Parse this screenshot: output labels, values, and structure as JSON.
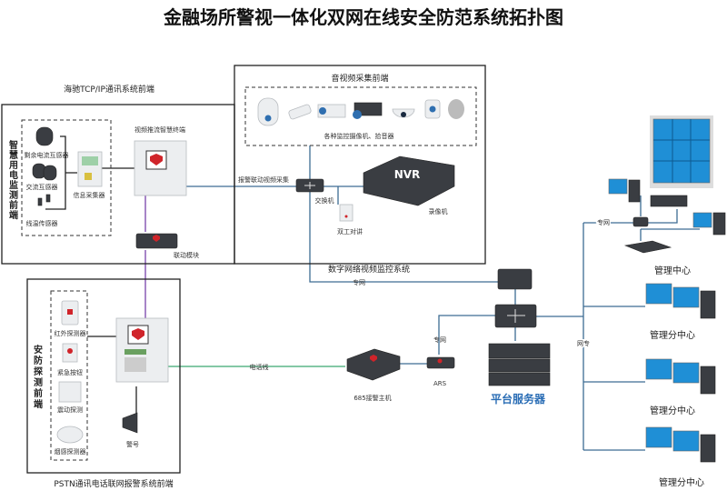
{
  "title": "金融场所警视一体化双网在线安全防范系统拓扑图",
  "tcpip": {
    "label": "海驰TCP/IP通讯系统前端",
    "side_label": "智慧用电监测前端",
    "sensors": [
      "剩余电流互感器",
      "交流互感器",
      "线温传感器"
    ],
    "collector": "信息采集器",
    "terminal": "视频推流智慧终端",
    "linkage": "联动模块"
  },
  "video": {
    "label": "音视频采集前端",
    "cameras_label": "各种监控摄像机、拾音器",
    "alarm_link": "报警联动视频采集",
    "switch": "交换机",
    "nvr_text": "NVR",
    "nvr": "录像机",
    "intercom": "双工对讲",
    "system": "数字网络视频监控系统"
  },
  "pstn": {
    "label": "PSTN通讯电话联网报警系统前端",
    "side_label": "安防探测前端",
    "detectors": [
      "红外探测器",
      "紧急按钮",
      "震动探测",
      "烟感探测器"
    ],
    "siren": "警号",
    "phone_line": "电话线"
  },
  "center": {
    "private_net": "专网",
    "private_net2": "专网",
    "ars": "ARS",
    "host": "685接警主机",
    "server": "平台服务器",
    "net_private": "网专",
    "private_net3": "专网",
    "mgmt": "管理中心",
    "branches": [
      "管理分中心",
      "管理分中心",
      "管理分中心"
    ]
  },
  "colors": {
    "network_line": "#3d6c93",
    "linkage_line": "#8a5bb5",
    "phone_line": "#3aa870",
    "server_label": "#2a6db5",
    "screen": "#1f8fd6"
  }
}
